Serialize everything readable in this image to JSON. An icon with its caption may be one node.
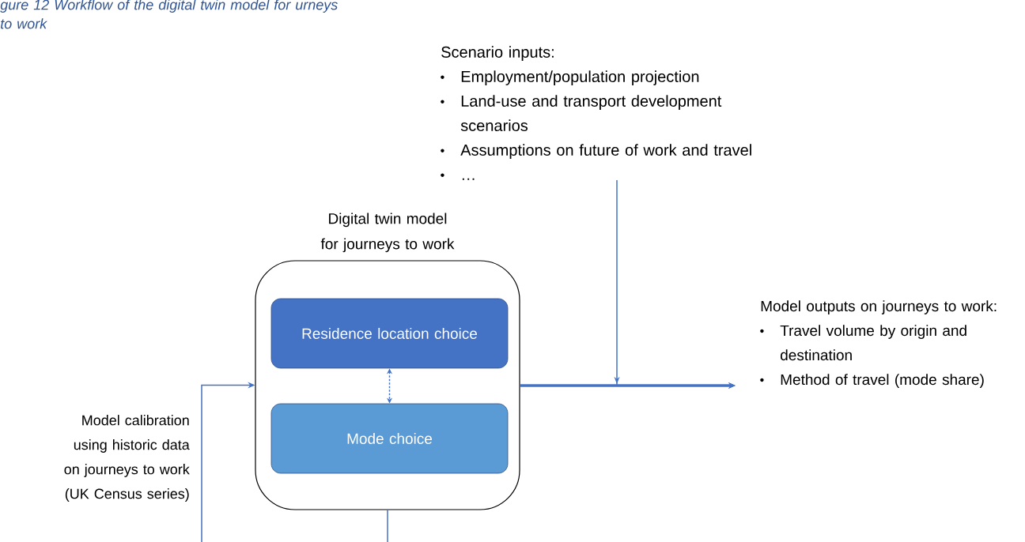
{
  "diagram": {
    "caption": "gure 12 Workflow of the digital twin model for urneys to work",
    "nodes": [
      {
        "text": [
          "Scenario inputs:",
          "Employment/population projection",
          "Land-use and transport development scenarios",
          "Assumptions on future of work and travel",
          "…"
        ]
      },
      {
        "text": [
          "Digital twin model for journeys to work"
        ]
      },
      {
        "text": [
          "Residence location choice"
        ],
        "in": 1
      },
      {
        "text": [
          "Mode choice"
        ],
        "in": 1
      },
      {
        "text": [
          "Model outputs on journeys to work:",
          "Travel volume by origin and destination",
          "Method of travel (mode share)"
        ]
      }
    ],
    "edges": [
      {
        "from": 0,
        "to": 4,
        "arrow": "to"
      },
      {
        "from": 1,
        "to": 4,
        "arrow": "to",
        "style": "thick"
      },
      {
        "from": 2,
        "to": 3,
        "arrow": "both",
        "style": "dashed"
      },
      {
        "from": null,
        "to": 1,
        "arrow": "to",
        "label": "Model calibration using historic data on journeys to work (UK Census series)"
      },
      {
        "from": 1,
        "to": null,
        "arrow": "none"
      }
    ]
  }
}
